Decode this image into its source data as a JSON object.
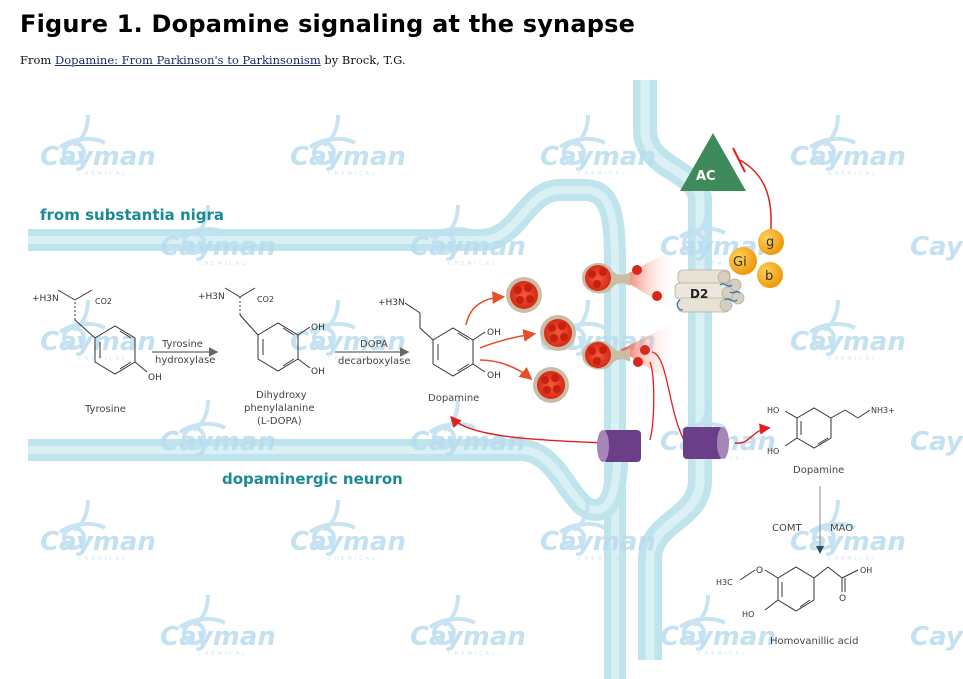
{
  "figure": {
    "title": "Figure 1. Dopamine signaling at the synapse",
    "subtitle_prefix": "From ",
    "subtitle_link": "Dopamine: From Parkinson's to Parkinsonism",
    "subtitle_suffix": " by Brock, T.G."
  },
  "watermark": {
    "brand": "Cayman",
    "sub": "CHEMICAL"
  },
  "regions": {
    "top": "from substantia nigra",
    "bottom": "dopaminergic neuron"
  },
  "synthesis": {
    "tyrosine": {
      "name": "Tyrosine",
      "amine": "+H3N",
      "carboxyl": "CO2",
      "oh": "OH"
    },
    "enzyme1": {
      "line1": "Tyrosine",
      "line2": "hydroxylase"
    },
    "ldopa": {
      "line1": "Dihydroxy",
      "line2": "phenylalanine",
      "line3": "(L-DOPA)",
      "amine": "+H3N",
      "carboxyl": "CO2",
      "oh1": "OH",
      "oh2": "OH"
    },
    "enzyme2": {
      "line1": "DOPA",
      "line2": "decarboxylase"
    },
    "dopamine": {
      "name": "Dopamine",
      "amine": "+H3N",
      "oh1": "OH",
      "oh2": "OH"
    }
  },
  "receptor": {
    "ac": "AC",
    "d2": "D2",
    "gi": "Gi",
    "g": "g",
    "b": "b"
  },
  "metabolism": {
    "dopamine": {
      "name": "Dopamine",
      "ho1": "HO",
      "ho2": "HO",
      "amine": "NH3+"
    },
    "enzyme_left": "COMT",
    "enzyme_right": "MAO",
    "hva": {
      "name": "Homovanillic acid",
      "methyl": "H3C",
      "o": "O",
      "ho": "HO",
      "oh": "OH",
      "carbonyl": "O"
    }
  },
  "colors": {
    "neuron": "#bfe4ec",
    "neuron_core": "#d8eff4",
    "vesicle": "#e8321e",
    "vesicle_rim": "#c9bda6",
    "ac": "#3f8a5a",
    "gprotein": "#f3a81a",
    "transporter": "#6b3f87",
    "arrow": "#e0401e",
    "label": "#1b8a93"
  }
}
